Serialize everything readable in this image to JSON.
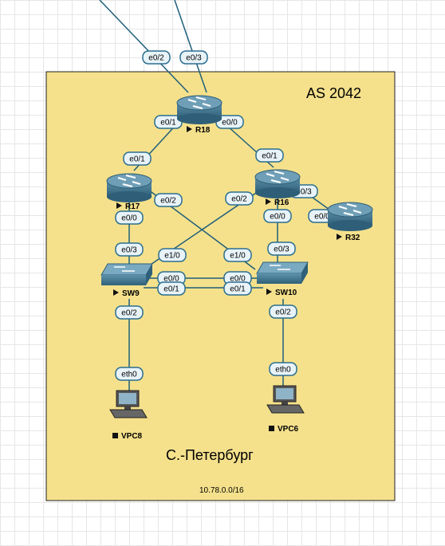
{
  "zone": {
    "as_label": "AS 2042",
    "city_label": "С.-Петербург",
    "network_label": "10.78.0.0/16",
    "fill_color": "#f5e18c",
    "border_color": "#222222"
  },
  "colors": {
    "link": "#1e5f7a",
    "pill_fill": "#e8f3f8",
    "pill_stroke": "#2b6e8f",
    "router_body": "#4a7c96",
    "router_top": "#6f9fb6",
    "switch_body": "#4d7f99"
  },
  "nodes": {
    "r18": {
      "label": "R18",
      "icon": "router-icon"
    },
    "r17": {
      "label": "R17",
      "icon": "router-icon"
    },
    "r16": {
      "label": "R16",
      "icon": "router-icon"
    },
    "r32": {
      "label": "R32",
      "icon": "router-icon"
    },
    "sw9": {
      "label": "SW9",
      "icon": "switch-icon"
    },
    "sw10": {
      "label": "SW10",
      "icon": "switch-icon"
    },
    "vpc8": {
      "label": "VPC8",
      "icon": "pc-icon"
    },
    "vpc6": {
      "label": "VPC6",
      "icon": "pc-icon"
    }
  },
  "links": [
    {
      "name": "uplink-1",
      "a_label": "e0/2",
      "b_label": ""
    },
    {
      "name": "uplink-2",
      "a_label": "e0/3",
      "b_label": ""
    },
    {
      "name": "r18-r17",
      "a_label": "e0/1",
      "b_label": "e0/1"
    },
    {
      "name": "r18-r16",
      "a_label": "e0/0",
      "b_label": "e0/1"
    },
    {
      "name": "r17-sw9",
      "a_label": "e0/0",
      "b_label": "e0/3"
    },
    {
      "name": "r16-sw10",
      "a_label": "e0/0",
      "b_label": "e0/3"
    },
    {
      "name": "r16-r32",
      "a_label": "e0/3",
      "b_label": "e0/0"
    },
    {
      "name": "r17-sw10",
      "a_label": "e0/2",
      "b_label": "e1/0"
    },
    {
      "name": "r16-sw9",
      "a_label": "e0/2",
      "b_label": "e1/0"
    },
    {
      "name": "sw9-sw10-a",
      "a_label": "e0/0",
      "b_label": "e0/0"
    },
    {
      "name": "sw9-sw10-b",
      "a_label": "e0/1",
      "b_label": "e0/1"
    },
    {
      "name": "sw9-vpc8",
      "a_label": "e0/2",
      "b_label": "eth0"
    },
    {
      "name": "sw10-vpc6",
      "a_label": "e0/2",
      "b_label": "eth0"
    }
  ]
}
